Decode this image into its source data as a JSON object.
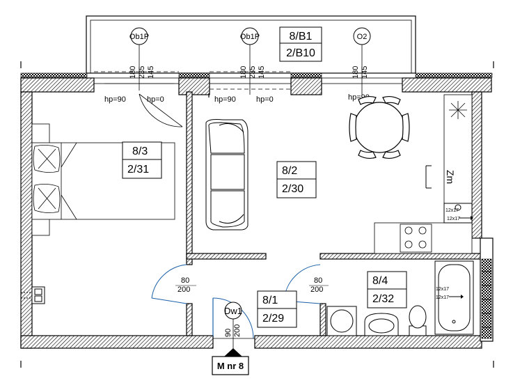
{
  "rooms": [
    {
      "id": "8/B1",
      "code": "2/B10"
    },
    {
      "id": "8/3",
      "code": "2/31"
    },
    {
      "id": "8/2",
      "code": "2/30"
    },
    {
      "id": "8/4",
      "code": "2/32"
    },
    {
      "id": "8/1",
      "code": "2/29"
    }
  ],
  "windows": {
    "left": {
      "type": "Ob1P",
      "h1": "180",
      "h2": "235",
      "h3": "145",
      "hp_a": "hp=90",
      "hp_b": "hp=0"
    },
    "center": {
      "type": "Ob1P",
      "h1": "180",
      "h2": "235",
      "h3": "145",
      "hp_a": "hp=90",
      "hp_b": "hp=0"
    },
    "right": {
      "type": "O2",
      "h1": "180",
      "h2": "145",
      "hp_a": "hp=90"
    }
  },
  "doors": {
    "entrance": {
      "type": "Dw1",
      "w": "90",
      "h": "200"
    },
    "bedroom": {
      "w": "80",
      "h": "200"
    },
    "bathroom": {
      "w": "80",
      "h": "200"
    }
  },
  "kitchen": {
    "fridge_label": "Zm",
    "meter_a": "12x17",
    "meter_b": "12x17"
  },
  "bathroom": {
    "meter_a": "12x17",
    "meter_b": "12x17"
  },
  "entrance_marker": "M nr 8",
  "colors": {
    "line": "#000000",
    "door_arc": "#1a5fa8",
    "fill_gray": "#b8b8b8"
  }
}
